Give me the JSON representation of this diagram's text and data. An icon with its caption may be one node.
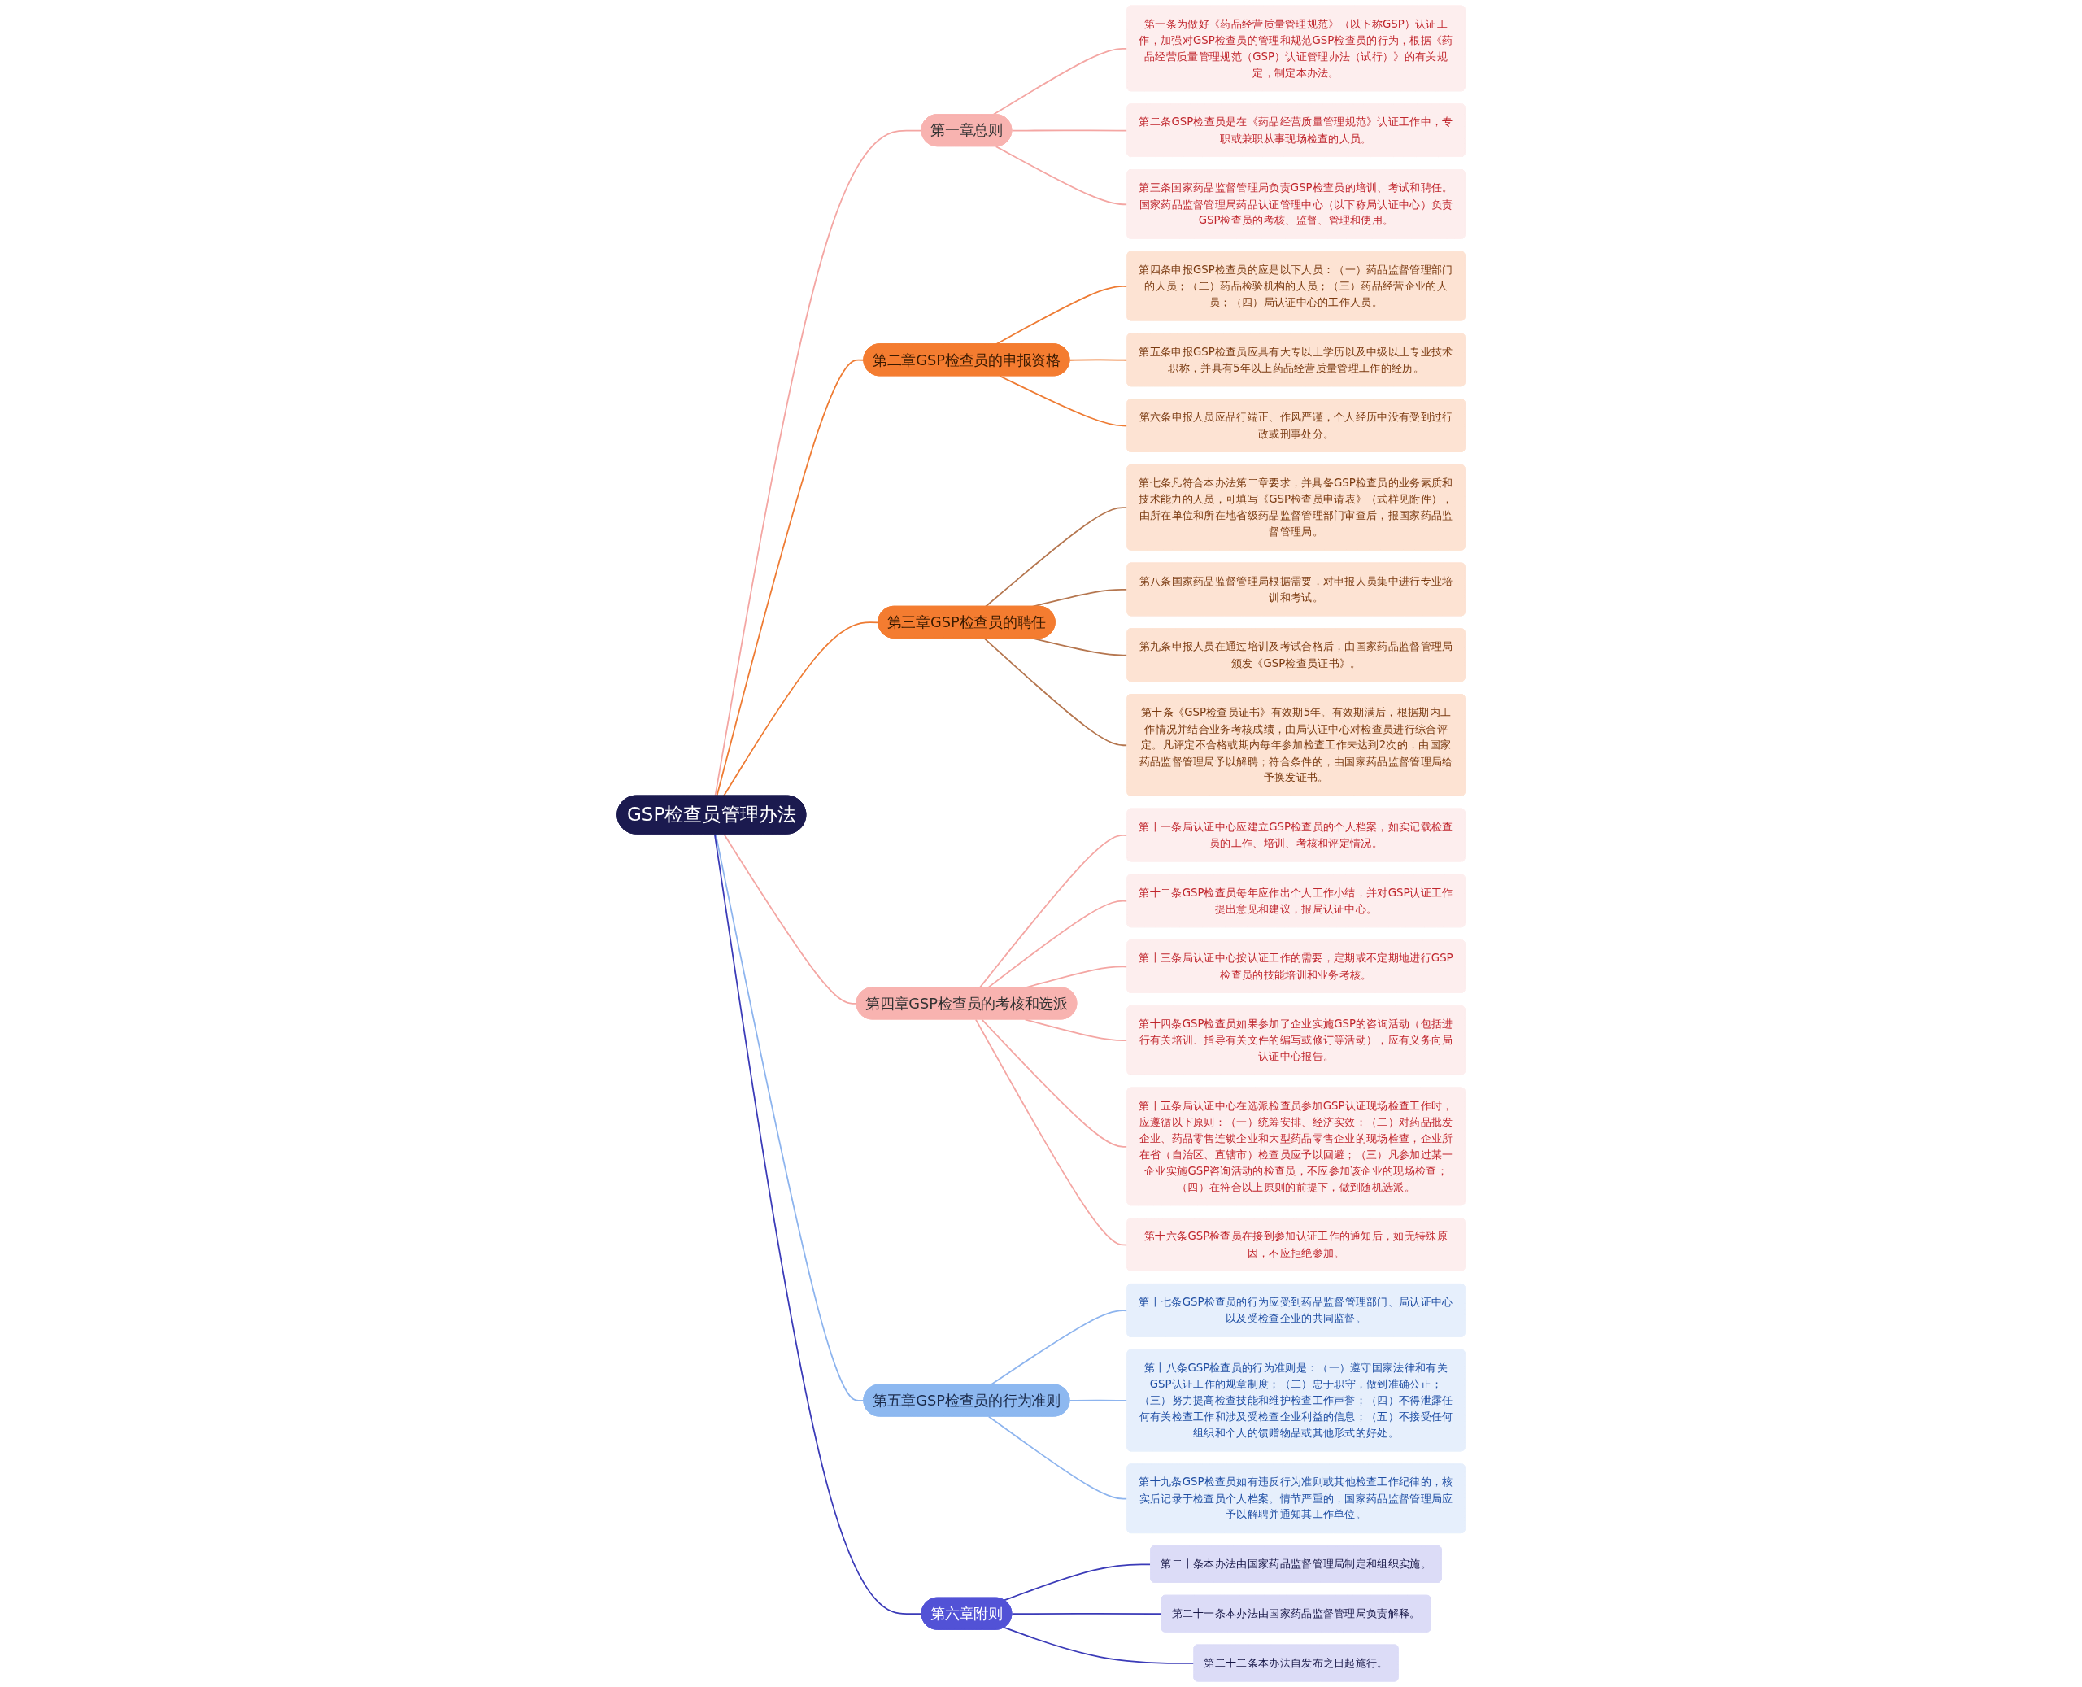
{
  "diagram": {
    "nodes": [
      {
        "text": [
          "GSP检查员管理办法"
        ]
      },
      {
        "text": [
          "第一章总则"
        ]
      },
      {
        "text": [
          "第一条为做好《药品经营质量管理规范》（以下称GSP）认证工作，加强对GSP检查员的管理和规范GSP检查员的行为，根据《药品经营质量管理规范（GSP）认证管理办法（试行）》的有关规定，制定本办法。"
        ]
      },
      {
        "text": [
          "第二条GSP检查员是在《药品经营质量管理规范》认证工作中，专职或兼职从事现场检查的人员。"
        ]
      },
      {
        "text": [
          "第三条国家药品监督管理局负责GSP检查员的培训、考试和聘任。国家药品监督管理局药品认证管理中心（以下称局认证中心）负责GSP检查员的考核、监督、管理和使用。"
        ]
      },
      {
        "text": [
          "第二章GSP检查员的申报资格"
        ]
      },
      {
        "text": [
          "第四条申报GSP检查员的应是以下人员：（一）药品监督管理部门的人员；（二）药品检验机构的人员；（三）药品经营企业的人员；（四）局认证中心的工作人员。"
        ]
      },
      {
        "text": [
          "第五条申报GSP检查员应具有大专以上学历以及中级以上专业技术职称，并具有5年以上药品经营质量管理工作的经历。"
        ]
      },
      {
        "text": [
          "第六条申报人员应品行端正、作风严谨，个人经历中没有受到过行政或刑事处分。"
        ]
      },
      {
        "text": [
          "第三章GSP检查员的聘任"
        ]
      },
      {
        "text": [
          "第七条凡符合本办法第二章要求，并具备GSP检查员的业务素质和技术能力的人员，可填写《GSP检查员申请表》（式样见附件），由所在单位和所在地省级药品监督管理部门审查后，报国家药品监督管理局。"
        ]
      },
      {
        "text": [
          "第八条国家药品监督管理局根据需要，对申报人员集中进行专业培训和考试。"
        ]
      },
      {
        "text": [
          "第九条申报人员在通过培训及考试合格后，由国家药品监督管理局颁发《GSP检查员证书》。"
        ]
      },
      {
        "text": [
          "第十条《GSP检查员证书》有效期5年。有效期满后，根据期内工作情况并结合业务考核成绩，由局认证中心对检查员进行综合评定。凡评定不合格或期内每年参加检查工作未达到2次的，由国家药品监督管理局予以解聘；符合条件的，由国家药品监督管理局给予换发证书。"
        ]
      },
      {
        "text": [
          "第四章GSP检查员的考核和选派"
        ]
      },
      {
        "text": [
          "第十一条局认证中心应建立GSP检查员的个人档案，如实记载检查员的工作、培训、考核和评定情况。"
        ]
      },
      {
        "text": [
          "第十二条GSP检查员每年应作出个人工作小结，并对GSP认证工作提出意见和建议，报局认证中心。"
        ]
      },
      {
        "text": [
          "第十三条局认证中心按认证工作的需要，定期或不定期地进行GSP检查员的技能培训和业务考核。"
        ]
      },
      {
        "text": [
          "第十四条GSP检查员如果参加了企业实施GSP的咨询活动（包括进行有关培训、指导有关文件的编写或修订等活动），应有义务向局认证中心报告。"
        ]
      },
      {
        "text": [
          "第十五条局认证中心在选派检查员参加GSP认证现场检查工作时，应遵循以下原则：（一）统筹安排、经济实效；（二）对药品批发企业、药品零售连锁企业和大型药品零售企业的现场检查，企业所在省（自治区、直辖市）检查员应予以回避；（三）凡参加过某一企业实施GSP咨询活动的检查员，不应参加该企业的现场检查；（四）在符合以上原则的前提下，做到随机选派。"
        ]
      },
      {
        "text": [
          "第十六条GSP检查员在接到参加认证工作的通知后，如无特殊原因，不应拒绝参加。"
        ]
      },
      {
        "text": [
          "第五章GSP检查员的行为准则"
        ]
      },
      {
        "text": [
          "第十七条GSP检查员的行为应受到药品监督管理部门、局认证中心以及受检查企业的共同监督。"
        ]
      },
      {
        "text": [
          "第十八条GSP检查员的行为准则是：（一）遵守国家法律和有关GSP认证工作的规章制度；（二）忠于职守，做到准确公正；（三）努力提高检查技能和维护检查工作声誉；（四）不得泄露任何有关检查工作和涉及受检查企业利益的信息；（五）不接受任何组织和个人的馈赠物品或其他形式的好处。"
        ]
      },
      {
        "text": [
          "第十九条GSP检查员如有违反行为准则或其他检查工作纪律的，核实后记录于检查员个人档案。情节严重的，国家药品监督管理局应予以解聘并通知其工作单位。"
        ]
      },
      {
        "text": [
          "第六章附则"
        ]
      },
      {
        "text": [
          "第二十条本办法由国家药品监督管理局制定和组织实施。"
        ]
      },
      {
        "text": [
          "第二十一条本办法由国家药品监督管理局负责解释。"
        ]
      },
      {
        "text": [
          "第二十二条本办法自发布之日起施行。"
        ]
      }
    ],
    "edges": [
      {
        "from": 0,
        "to": 1,
        "arrow": "none",
        "color": "#f4a6a3"
      },
      {
        "from": 1,
        "to": 2,
        "arrow": "none",
        "color": "#f4a6a3"
      },
      {
        "from": 1,
        "to": 3,
        "arrow": "none",
        "color": "#f4a6a3"
      },
      {
        "from": 1,
        "to": 4,
        "arrow": "none",
        "color": "#f4a6a3"
      },
      {
        "from": 0,
        "to": 5,
        "arrow": "none",
        "color": "#ee7b33"
      },
      {
        "from": 5,
        "to": 6,
        "arrow": "none",
        "color": "#ee7b33"
      },
      {
        "from": 5,
        "to": 7,
        "arrow": "none",
        "color": "#ee7b33"
      },
      {
        "from": 5,
        "to": 8,
        "arrow": "none",
        "color": "#ee7b33"
      },
      {
        "from": 0,
        "to": 9,
        "arrow": "none",
        "color": "#ee7b33"
      },
      {
        "from": 9,
        "to": 10,
        "arrow": "none",
        "color": "#b5764f"
      },
      {
        "from": 9,
        "to": 11,
        "arrow": "none",
        "color": "#b5764f"
      },
      {
        "from": 9,
        "to": 12,
        "arrow": "none",
        "color": "#b5764f"
      },
      {
        "from": 9,
        "to": 13,
        "arrow": "none",
        "color": "#b5764f"
      },
      {
        "from": 0,
        "to": 14,
        "arrow": "none",
        "color": "#f4a6a3"
      },
      {
        "from": 14,
        "to": 15,
        "arrow": "none",
        "color": "#f4a6a3"
      },
      {
        "from": 14,
        "to": 16,
        "arrow": "none",
        "color": "#f4a6a3"
      },
      {
        "from": 14,
        "to": 17,
        "arrow": "none",
        "color": "#f4a6a3"
      },
      {
        "from": 14,
        "to": 18,
        "arrow": "none",
        "color": "#f4a6a3"
      },
      {
        "from": 14,
        "to": 19,
        "arrow": "none",
        "color": "#f4a6a3"
      },
      {
        "from": 14,
        "to": 20,
        "arrow": "none",
        "color": "#f4a6a3"
      },
      {
        "from": 0,
        "to": 21,
        "arrow": "none",
        "color": "#8db4ee"
      },
      {
        "from": 21,
        "to": 22,
        "arrow": "none",
        "color": "#8db4ee"
      },
      {
        "from": 21,
        "to": 23,
        "arrow": "none",
        "color": "#8db4ee"
      },
      {
        "from": 21,
        "to": 24,
        "arrow": "none",
        "color": "#8db4ee"
      },
      {
        "from": 0,
        "to": 25,
        "arrow": "none",
        "color": "#3b3bb8"
      },
      {
        "from": 25,
        "to": 26,
        "arrow": "none",
        "color": "#3b3bb8"
      },
      {
        "from": 25,
        "to": 27,
        "arrow": "none",
        "color": "#3b3bb8"
      },
      {
        "from": 25,
        "to": 28,
        "arrow": "none",
        "color": "#3b3bb8"
      }
    ]
  }
}
